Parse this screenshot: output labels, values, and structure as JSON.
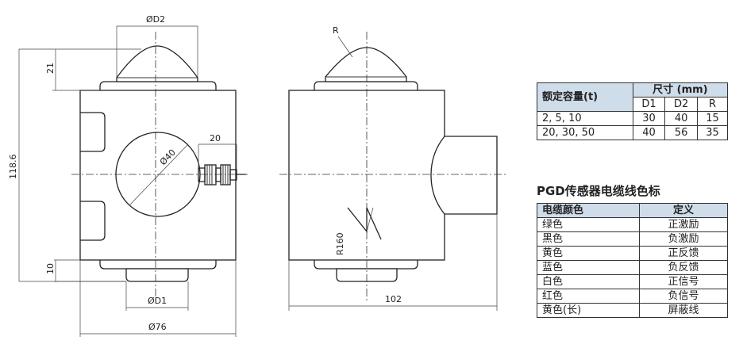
{
  "drawing": {
    "front_view": {
      "dim_top_diameter": "ØD2",
      "dim_height_total": "118.6",
      "dim_cap_height": "21",
      "dim_circle": "Ø40",
      "dim_connector": "20",
      "dim_base_height": "10",
      "dim_base_diameter": "ØD1",
      "dim_width": "Ø76"
    },
    "side_view": {
      "dim_radius": "R",
      "dim_r160": "R160",
      "dim_width": "102"
    }
  },
  "spec_table": {
    "header_capacity": "额定容量(t)",
    "header_size": "尺寸 (mm)",
    "sub_headers": [
      "D1",
      "D2",
      "R"
    ],
    "rows": [
      {
        "capacity": "2, 5, 10",
        "d1": "30",
        "d2": "40",
        "r": "15"
      },
      {
        "capacity": "20, 30, 50",
        "d1": "40",
        "d2": "56",
        "r": "35"
      }
    ]
  },
  "color_table": {
    "title": "PGD传感器电缆线色标",
    "header_color": "电缆颜色",
    "header_def": "定义",
    "rows": [
      {
        "color": "绿色",
        "def": "正激励"
      },
      {
        "color": "黑色",
        "def": "负激励"
      },
      {
        "color": "黄色",
        "def": "正反馈"
      },
      {
        "color": "蓝色",
        "def": "负反馈"
      },
      {
        "color": "白色",
        "def": "正信号"
      },
      {
        "color": "红色",
        "def": "负信号"
      },
      {
        "color": "黄色(长)",
        "def": "屏蔽线"
      }
    ]
  },
  "colors": {
    "table_header_bg": "#cfdce9",
    "line": "#222222"
  }
}
